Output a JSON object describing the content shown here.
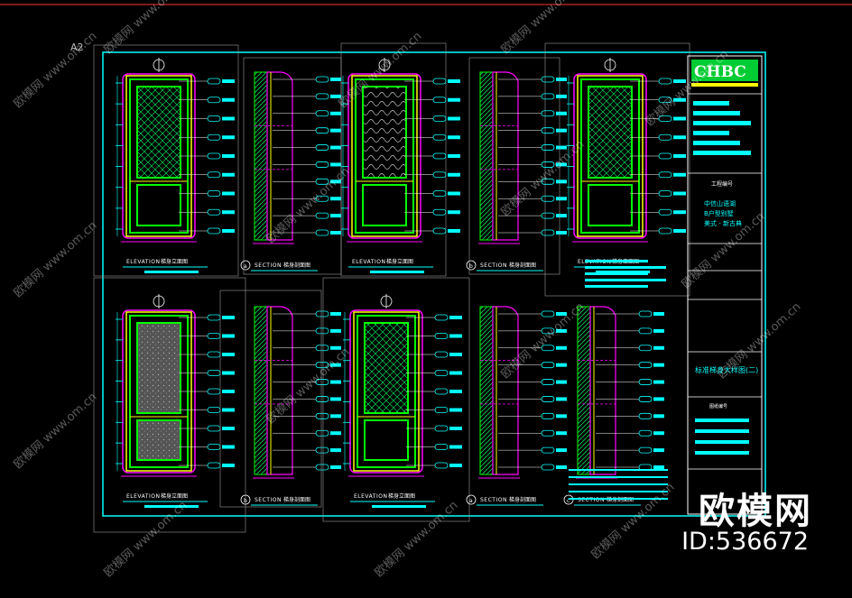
{
  "sheet": {
    "size_label": "A2",
    "background": "#000000",
    "line_colors": {
      "frame": "#00ffff",
      "outline": "#ff00ff",
      "panel": "#00ff00",
      "trim": "#ffff00",
      "dim": "#00ffff",
      "sheet_border": "#ff3333"
    }
  },
  "elevations": [
    {
      "title": "ELEVATION",
      "subtitle": "梯身立面图",
      "fill": "diamond"
    },
    {
      "title": "ELEVATION",
      "subtitle": "梯身立面图",
      "fill": "wave"
    },
    {
      "title": "ELEVATION",
      "subtitle": "梯身立面图",
      "fill": "diamond"
    },
    {
      "title": "ELEVATION",
      "subtitle": "梯身立面图",
      "fill": "speckle"
    },
    {
      "title": "ELEVATION",
      "subtitle": "梯身立面图",
      "fill": "diamond"
    }
  ],
  "sections": [
    {
      "title": "SECTION",
      "subtitle": "梯身剖面图",
      "marker": "a"
    },
    {
      "title": "SECTION",
      "subtitle": "梯身剖面图",
      "marker": "b"
    },
    {
      "title": "SECTION",
      "subtitle": "梯身剖面图",
      "marker": "b"
    },
    {
      "title": "SECTION",
      "subtitle": "梯身剖面图",
      "marker": "a"
    },
    {
      "title": "SECTION",
      "subtitle": "梯身剖面图",
      "marker": "c"
    }
  ],
  "title_block": {
    "logo": "CHBC",
    "project_label": "工程编号",
    "project_lines": [
      "中信山语湖",
      "B户型别墅",
      "美式 - 新古典"
    ],
    "drawing_title": "标准梯身大样图(二)",
    "drawing_number_label": "图纸编号"
  },
  "watermark": {
    "brand": "欧模网",
    "site": "www.om.cn",
    "id_text": "ID:536672"
  }
}
